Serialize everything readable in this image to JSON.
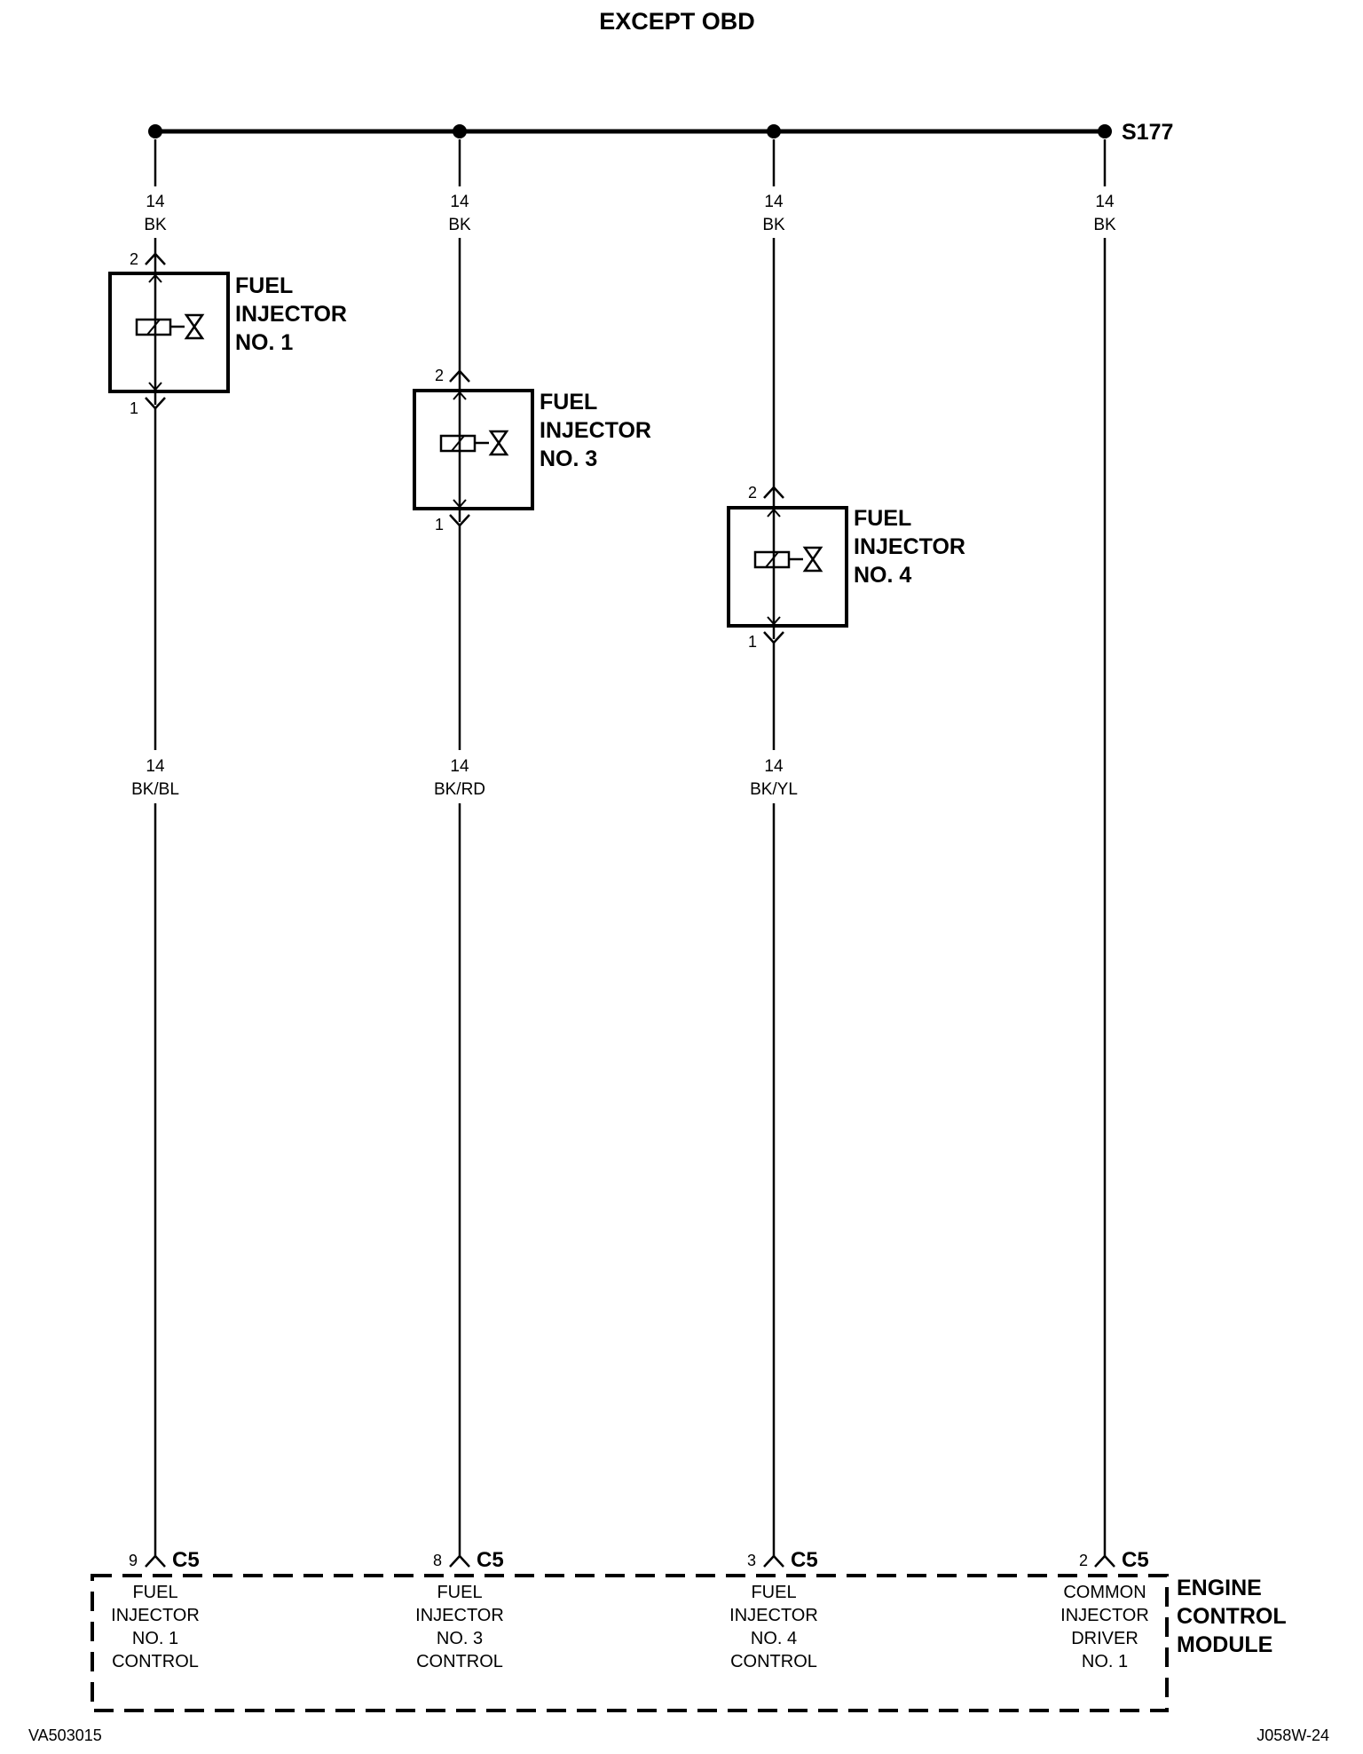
{
  "title": "EXCEPT OBD",
  "splice": {
    "id": "S177"
  },
  "columns": [
    {
      "top_wire": {
        "gauge": "14",
        "color": "BK"
      },
      "injector": {
        "name": [
          "FUEL",
          "INJECTOR",
          "NO. 1"
        ],
        "pin_top": "2",
        "pin_bottom": "1"
      },
      "bottom_wire": {
        "gauge": "14",
        "color": "BK/BL"
      },
      "ecm_pin": {
        "pin": "9",
        "connector": "C5",
        "label": [
          "FUEL",
          "INJECTOR",
          "NO. 1",
          "CONTROL"
        ]
      }
    },
    {
      "top_wire": {
        "gauge": "14",
        "color": "BK"
      },
      "injector": {
        "name": [
          "FUEL",
          "INJECTOR",
          "NO. 3"
        ],
        "pin_top": "2",
        "pin_bottom": "1"
      },
      "bottom_wire": {
        "gauge": "14",
        "color": "BK/RD"
      },
      "ecm_pin": {
        "pin": "8",
        "connector": "C5",
        "label": [
          "FUEL",
          "INJECTOR",
          "NO. 3",
          "CONTROL"
        ]
      }
    },
    {
      "top_wire": {
        "gauge": "14",
        "color": "BK"
      },
      "injector": {
        "name": [
          "FUEL",
          "INJECTOR",
          "NO. 4"
        ],
        "pin_top": "2",
        "pin_bottom": "1"
      },
      "bottom_wire": {
        "gauge": "14",
        "color": "BK/YL"
      },
      "ecm_pin": {
        "pin": "3",
        "connector": "C5",
        "label": [
          "FUEL",
          "INJECTOR",
          "NO. 4",
          "CONTROL"
        ]
      }
    },
    {
      "top_wire": {
        "gauge": "14",
        "color": "BK"
      },
      "ecm_pin": {
        "pin": "2",
        "connector": "C5",
        "label": [
          "COMMON",
          "INJECTOR",
          "DRIVER",
          "NO. 1"
        ]
      }
    }
  ],
  "module": {
    "name": [
      "ENGINE",
      "CONTROL",
      "MODULE"
    ]
  },
  "footer": {
    "left": "VA503015",
    "right": "J058W-24"
  }
}
